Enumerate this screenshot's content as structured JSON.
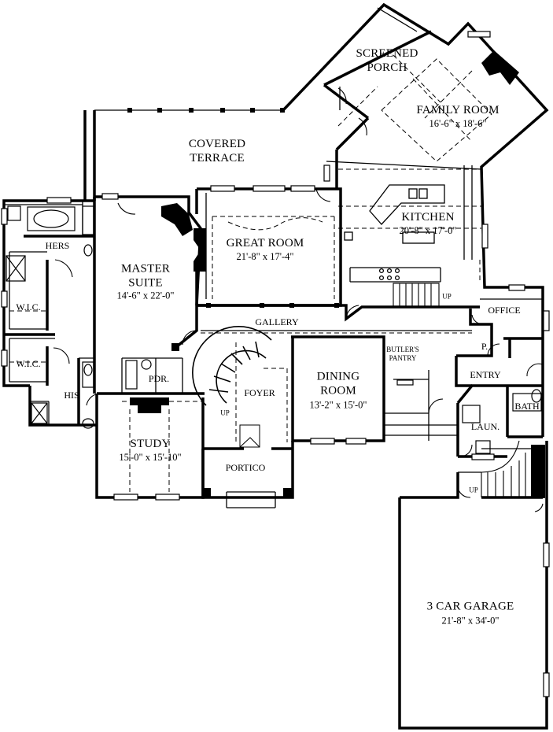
{
  "rooms": {
    "screened_porch": {
      "name": "SCREENED\nPORCH"
    },
    "family_room": {
      "name": "FAMILY ROOM",
      "dims": "16'-6\" x 18'-6\""
    },
    "covered_terrace": {
      "name": "COVERED\nTERRACE"
    },
    "kitchen": {
      "name": "KITCHEN",
      "dims": "20'-8\" x 17'-0\""
    },
    "great_room": {
      "name": "GREAT ROOM",
      "dims": "21'-8\" x 17'-4\""
    },
    "master_suite": {
      "name": "MASTER\nSUITE",
      "dims": "14'-6\" x 22'-0\""
    },
    "hers": {
      "name": "HERS"
    },
    "wic_upper": {
      "name": "W.I.C."
    },
    "wic_lower": {
      "name": "W.I.C."
    },
    "his": {
      "name": "HIS"
    },
    "gallery": {
      "name": "GALLERY"
    },
    "office": {
      "name": "OFFICE"
    },
    "powder_p": {
      "name": "P."
    },
    "pdr": {
      "name": "PDR."
    },
    "butlers_pantry": {
      "name": "BUTLER'S\nPANTRY"
    },
    "dining_room": {
      "name": "DINING\nROOM",
      "dims": "13'-2\" x 15'-0\""
    },
    "foyer": {
      "name": "FOYER"
    },
    "entry": {
      "name": "ENTRY"
    },
    "bath": {
      "name": "BATH"
    },
    "laundry": {
      "name": "LAUN."
    },
    "study": {
      "name": "STUDY",
      "dims": "15'-0\" x 15'-10\""
    },
    "portico": {
      "name": "PORTICO"
    },
    "garage": {
      "name": "3 CAR GARAGE",
      "dims": "21'-8\" x 34'-0\""
    }
  },
  "stairs": {
    "kitchen_up": "UP",
    "foyer_up": "UP",
    "garage_up": "UP"
  }
}
